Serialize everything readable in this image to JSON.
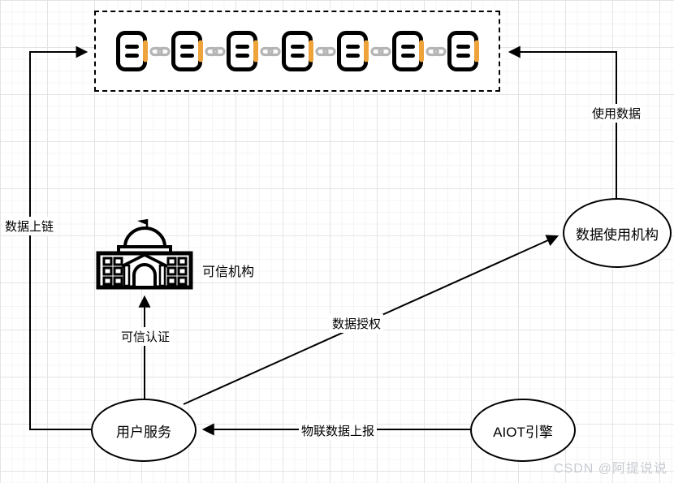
{
  "diagram": {
    "blockchain": {
      "block_count": 7,
      "block_color": "#000000",
      "accent_color": "#EFA33B",
      "link_color": "#B5B5B5"
    },
    "nodes": {
      "trusted_org": {
        "label": "可信机构"
      },
      "data_user_org": {
        "label": "数据使用机构"
      },
      "user_service": {
        "label": "用户服务"
      },
      "aiot_engine": {
        "label": "AIOT引擎"
      }
    },
    "edges": {
      "data_onchain": {
        "label": "数据上链"
      },
      "use_data": {
        "label": "使用数据"
      },
      "trusted_auth": {
        "label": "可信认证"
      },
      "data_auth": {
        "label": "数据授权"
      },
      "iot_report": {
        "label": "物联数据上报"
      }
    },
    "watermark": "CSDN @阿提说说"
  }
}
